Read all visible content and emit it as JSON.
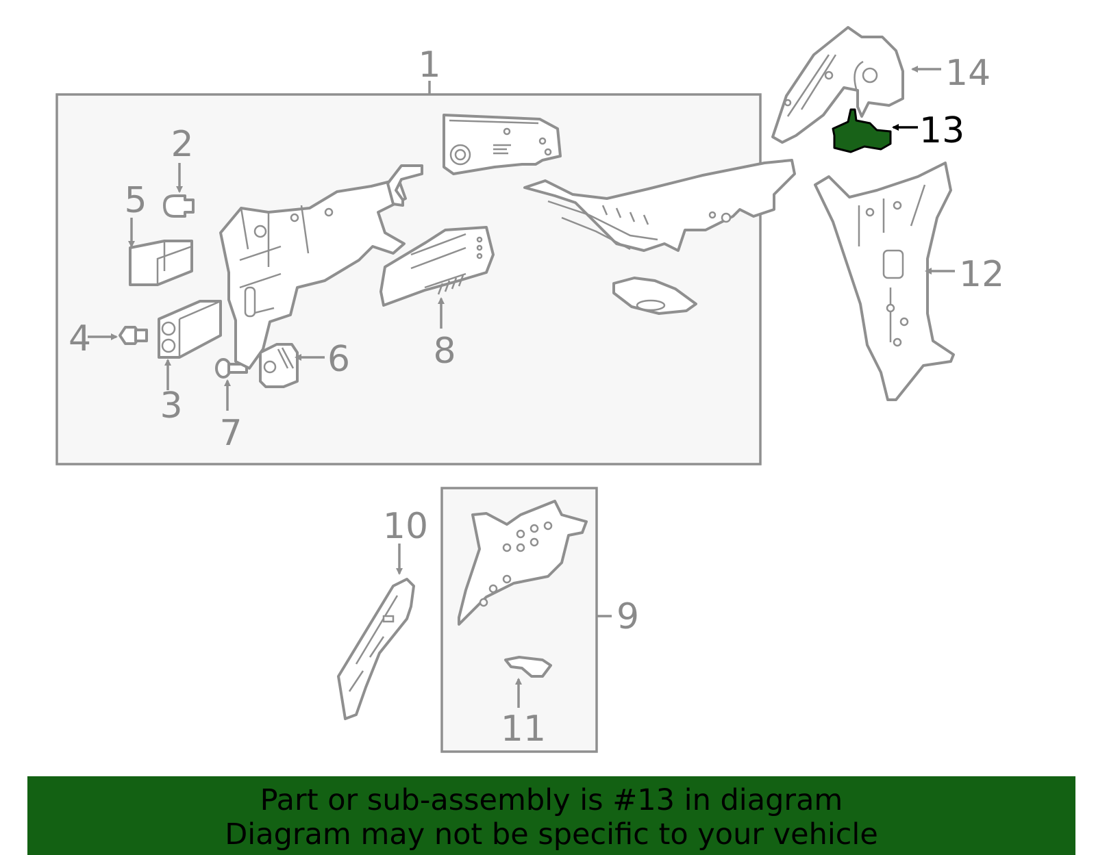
{
  "callouts": {
    "c1": "1",
    "c2": "2",
    "c3": "3",
    "c4": "4",
    "c5": "5",
    "c6": "6",
    "c7": "7",
    "c8": "8",
    "c9": "9",
    "c10": "10",
    "c11": "11",
    "c12": "12",
    "c13": "13",
    "c14": "14"
  },
  "highlighted_part": "13",
  "colors": {
    "highlight": "#186218",
    "banner": "#136113",
    "line": "#8f8f8f",
    "box_fill": "#f7f7f7"
  },
  "banner": {
    "line1": "Part or sub-assembly is #13 in diagram",
    "line2": "Diagram may not be specific to your vehicle"
  }
}
